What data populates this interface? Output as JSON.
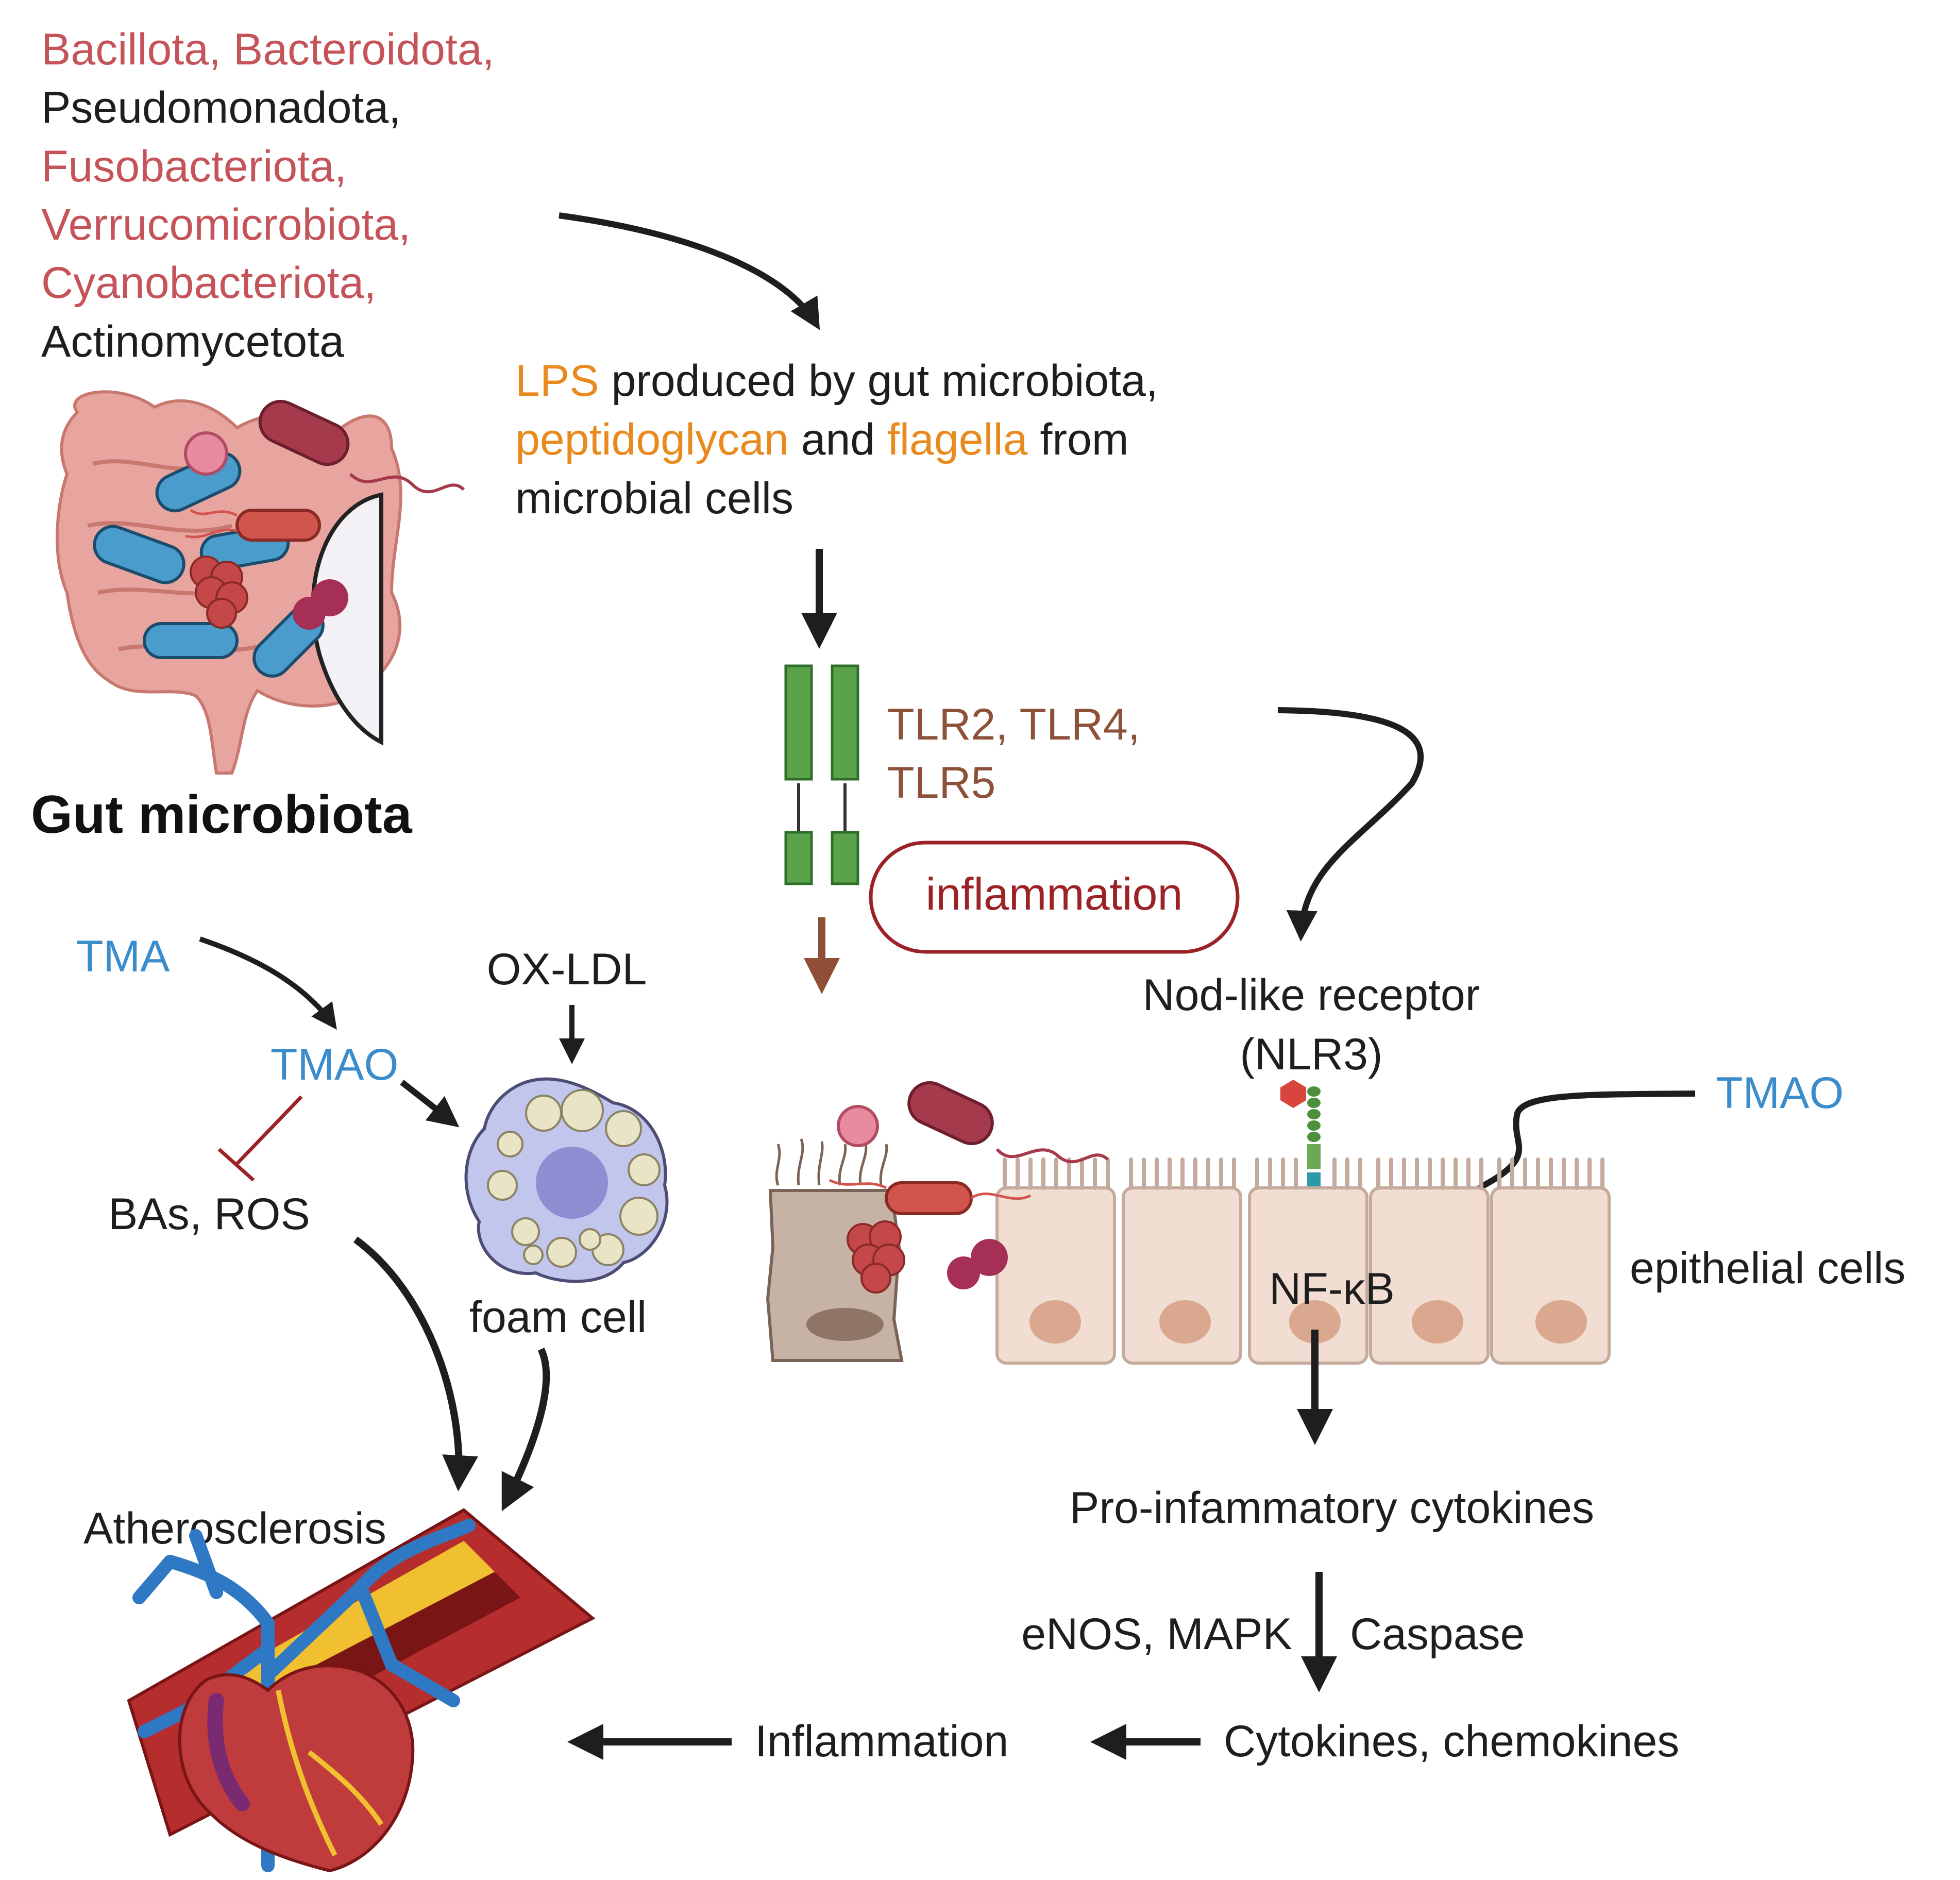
{
  "colors": {
    "phylum_red": "#c5545a",
    "phylum_black": "#1e1e1e",
    "orange": "#e98a1e",
    "tlr_brown": "#8c5138",
    "tma_blue": "#3a8ccb",
    "inflammation_red": "#9b2226",
    "arrow": "#1e1e1e",
    "arrow_brown": "#8f4e35"
  },
  "phyla": [
    {
      "text": "Bacillota, Bacteroidota,",
      "highlight": true
    },
    {
      "text": "Pseudomonadota,",
      "highlight": false
    },
    {
      "text": "Fusobacteriota,",
      "highlight": true
    },
    {
      "text": "Verrucomicrobiota,",
      "highlight": true
    },
    {
      "text": "Cyanobacteriota,",
      "highlight": true
    },
    {
      "text": "Actinomycetota",
      "highlight": false
    }
  ],
  "gut": {
    "label": "Gut microbiota"
  },
  "products": {
    "line1": {
      "lps": "LPS",
      "rest": " produced by gut microbiota,"
    },
    "line2": {
      "peptidoglycan": "peptidoglycan",
      "and": " and ",
      "flagella": "flagella",
      "from": " from"
    },
    "line3": "microbial cells"
  },
  "tlr": {
    "line1": "TLR2, TLR4,",
    "line2": "TLR5"
  },
  "inflammation_badge": "inflammation",
  "nlr": {
    "line1": "Nod-like receptor",
    "line2": "(NLR3)"
  },
  "tmao_right": "TMAO",
  "epithelial": "epithelial cells",
  "nfkb": "NF-κB",
  "cytokines": "Pro-infammatory cytokines",
  "enos_mapk": "eNOS, MAPK",
  "caspase": "Caspase",
  "cyto_chemo": "Cytokines, chemokines",
  "inflammation_bottom": "Inflammation",
  "tma": "TMA",
  "tmao_left": "TMAO",
  "oxldl": "OX-LDL",
  "bas_ros": "BAs, ROS",
  "foam_cell": "foam cell",
  "atherosclerosis": "Atherosclerosis"
}
